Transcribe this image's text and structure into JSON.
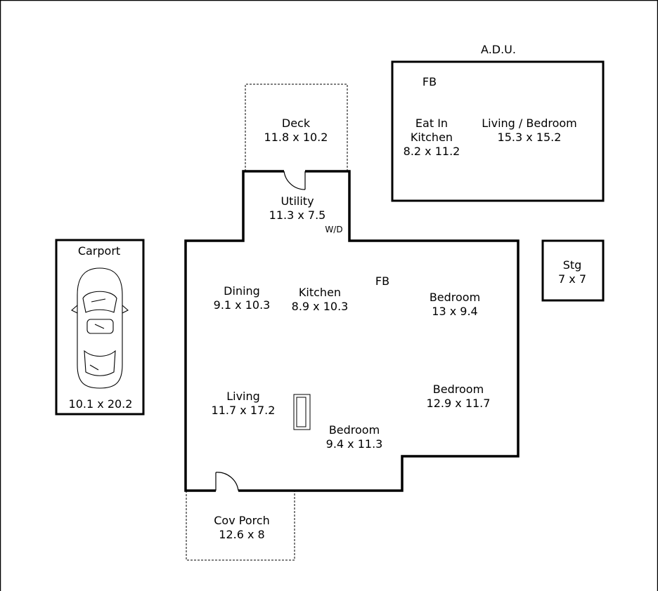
{
  "plan": {
    "adu_title": "A.D.U.",
    "rooms": {
      "deck": {
        "name": "Deck",
        "dims": "11.8 x 10.2"
      },
      "utility": {
        "name": "Utility",
        "dims": "11.3 x 7.5"
      },
      "washer_dryer": "W/D",
      "carport": {
        "name": "Carport",
        "dims": "10.1 x 20.2"
      },
      "dining": {
        "name": "Dining",
        "dims": "9.1 x 10.3"
      },
      "kitchen": {
        "name": "Kitchen",
        "dims": "8.9 x 10.3"
      },
      "bath_main": "FB",
      "bedroom_1": {
        "name": "Bedroom",
        "dims": "13 x 9.4"
      },
      "living": {
        "name": "Living",
        "dims": "11.7 x 17.2"
      },
      "bedroom_2": {
        "name": "Bedroom",
        "dims": "12.9 x 11.7"
      },
      "bedroom_3": {
        "name": "Bedroom",
        "dims": "9.4 x 11.3"
      },
      "cov_porch": {
        "name": "Cov Porch",
        "dims": "12.6 x 8"
      },
      "storage": {
        "name": "Stg",
        "dims": "7 x 7"
      },
      "adu_bath": "FB",
      "adu_kitchen": {
        "name_line1": "Eat In",
        "name_line2": "Kitchen",
        "dims": "8.2 x 11.2"
      },
      "adu_living": {
        "name": "Living / Bedroom",
        "dims": "15.3 x 15.2"
      }
    }
  }
}
